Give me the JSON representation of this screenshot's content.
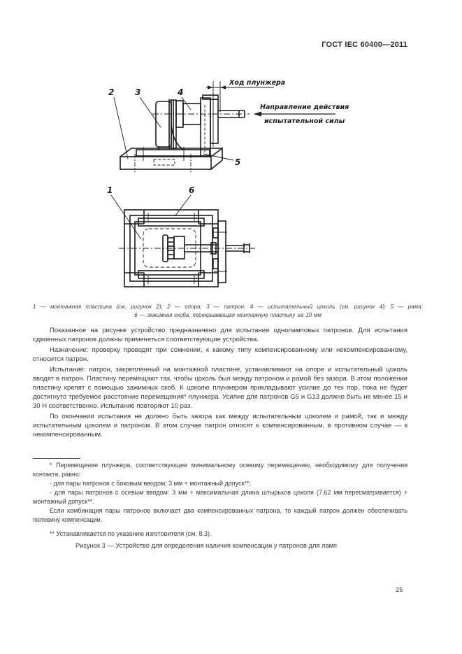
{
  "header": "ГОСТ IEC 60400—2011",
  "figure1": {
    "labels": {
      "l2": "2",
      "l3": "3",
      "l4": "4",
      "l5": "5"
    },
    "annotations": {
      "plunger_stroke": "Ход плунжера",
      "force_line1": "Направление действия",
      "force_line2": "испытательной силы"
    }
  },
  "figure2": {
    "labels": {
      "l1": "1",
      "l6": "6"
    }
  },
  "legend": {
    "line1": "1 — монтажная пластина (см. рисунок 2); 2 — опора; 3 — патрон; 4 — испытательный цоколь (см. рисунок 4); 5 — рама;",
    "line2": "6 — зажимная скоба, перекрывающая монтажную пластину на 10 мм"
  },
  "body": {
    "p1": "Показанное на рисунке устройство предназначено для испытания одноламповых патронов. Для испытания сдвоенных патронов должны применяться соответствующие устройства.",
    "p2": "Назначение: проверку проводят при сомнении, к какому типу компенсированному или некомпенсированному, относится патрон.",
    "p3": "Испытание: патрон, закрепленный на монтажной пластине, устанавливают на опоре и испытательный цоколь вводят в патрон. Пластину перемещают так, чтобы цоколь был между патроном и рамой без зазора. В этом положении пластину крепят с помощью зажимных скоб. К цоколю плунжером прикладывают усилие до тех пор, пока не будет достигнуто требуемое расстояние перемещения* плунжера. Усилие для патронов G5 и G13 должно быть не менее 15 и 30 Н соответственно. Испытание повторяют 10 раз.",
    "p4": "По окончании испытания не должно быть зазора как между испытательным цоколем и рамой, так и между испытательным цоколем и патроном. В этом случае патрон относят к компенсированным, в противном случае — к некомпенсированным."
  },
  "footnotes": {
    "f1": "* Перемещение плунжера, соответствующее минимальному осевому перемещению, необходимому для получения контакта, равно:",
    "f2": "- для пары патронов с боковым вводом: 3 мм + монтажный допуск**;",
    "f3": "- для пары патронов с осевым вводом: 3 мм + максимальная длина штырьков цоколя (7,62 мм пересматривается) + монтажный допуск**.",
    "f4": "Если комбинация пары патронов включает два компенсированных патрона, то каждый патрон должен обеспечивать половину компенсации.",
    "f5": "** Устанавливается по указанию изготовителя (см. 8.3)."
  },
  "figure_caption": "Рисунок 3 — Устройство для определения наличия компенсации у патронов для ламп",
  "page_number": "25"
}
